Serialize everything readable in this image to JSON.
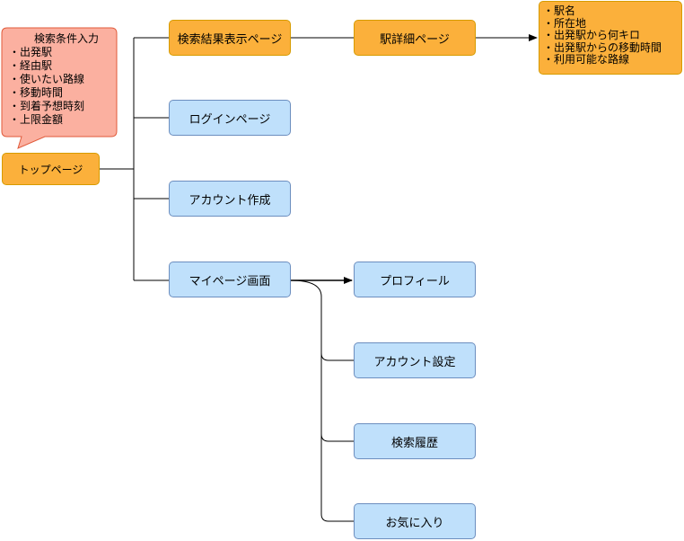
{
  "callout": {
    "title": "検索条件入力",
    "items": [
      "・出発駅",
      "・経由駅",
      "・使いたい路線",
      "・移動時間",
      "・到着予想時刻",
      "・上限金額"
    ],
    "fill": "#fbb0a0",
    "stroke": "#e05a3a"
  },
  "nodes": {
    "top_page": "トップページ",
    "search_results": "検索結果表示ページ",
    "station_detail": "駅詳細ページ",
    "login": "ログインページ",
    "create_account": "アカウント作成",
    "my_page": "マイページ画面",
    "profile": "プロフィール",
    "account_settings": "アカウント設定",
    "search_history": "検索履歴",
    "favorites": "お気に入り"
  },
  "station_info": {
    "items": [
      "・駅名",
      "・所在地",
      "・出発駅から何キロ",
      "・出発駅からの移動時間",
      "・利用可能な路線"
    ]
  },
  "colors": {
    "orange_fill": "#fbb03b",
    "orange_stroke": "#d79b00",
    "blue_fill": "#bfe0fb",
    "blue_stroke": "#6c8ebf"
  }
}
